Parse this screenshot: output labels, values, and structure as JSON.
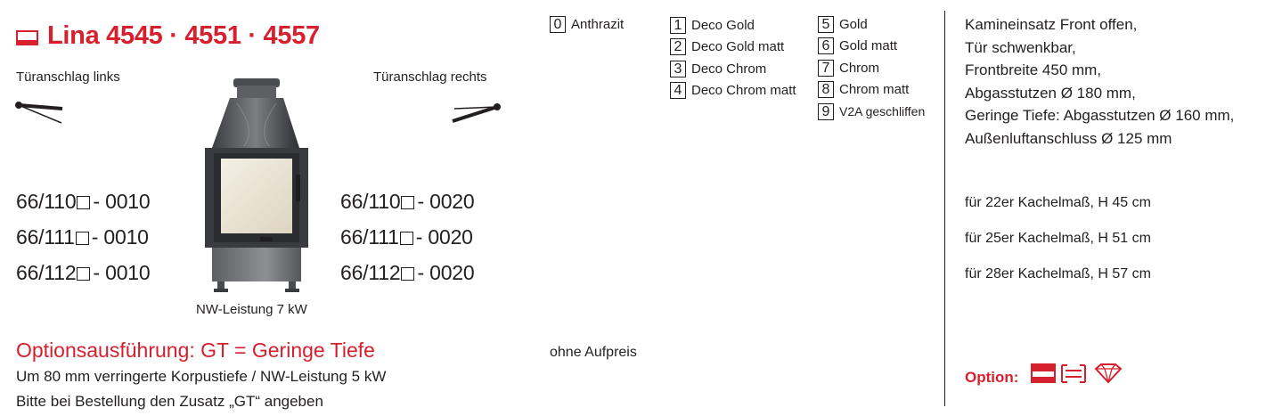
{
  "header": {
    "title": "Lina 4545 · 4551 · 4557"
  },
  "hinges": {
    "left_label": "Türanschlag links",
    "right_label": "Türanschlag rechts"
  },
  "codes": {
    "left": [
      {
        "prefix": "66/110",
        "suffix": "- 0010"
      },
      {
        "prefix": "66/111",
        "suffix": "- 0010"
      },
      {
        "prefix": "66/112",
        "suffix": "- 0010"
      }
    ],
    "right": [
      {
        "prefix": "66/110",
        "suffix": "- 0020"
      },
      {
        "prefix": "66/111",
        "suffix": "- 0020"
      },
      {
        "prefix": "66/112",
        "suffix": "- 0020"
      }
    ]
  },
  "nw_power": "NW-Leistung 7 kW",
  "finishes": {
    "col0": [
      {
        "num": "0",
        "label": "Anthrazit"
      }
    ],
    "col1": [
      {
        "num": "1",
        "label": "Deco Gold"
      },
      {
        "num": "2",
        "label": "Deco Gold matt"
      },
      {
        "num": "3",
        "label": "Deco Chrom"
      },
      {
        "num": "4",
        "label": "Deco Chrom matt"
      }
    ],
    "col2": [
      {
        "num": "5",
        "label": "Gold"
      },
      {
        "num": "6",
        "label": "Gold matt"
      },
      {
        "num": "7",
        "label": "Chrom"
      },
      {
        "num": "8",
        "label": "Chrom matt"
      },
      {
        "num": "9",
        "label": "V2A geschliffen"
      }
    ]
  },
  "description": "Kamineinsatz Front offen,\nTür schwenkbar,\nFrontbreite 450 mm,\nAbgasstutzen Ø 180 mm,\nGeringe Tiefe: Abgasstutzen Ø 160 mm,\nAußenluftanschluss Ø 125 mm",
  "tile_sizes": [
    "für 22er Kachelmaß, H 45 cm",
    "für 25er Kachelmaß, H 51 cm",
    "für 28er Kachelmaß, H 57 cm"
  ],
  "option_gt": {
    "title": "Optionsausführung: GT = Geringe Tiefe",
    "line1": "Um 80 mm verringerte Korpustiefe / NW-Leistung 5 kW",
    "line2": "Bitte bei Bestellung den Zusatz „GT“ angeben",
    "price_note": "ohne Aufpreis"
  },
  "option_footer": {
    "label": "Option:"
  },
  "colors": {
    "accent": "#d7202d",
    "text": "#231f20"
  }
}
